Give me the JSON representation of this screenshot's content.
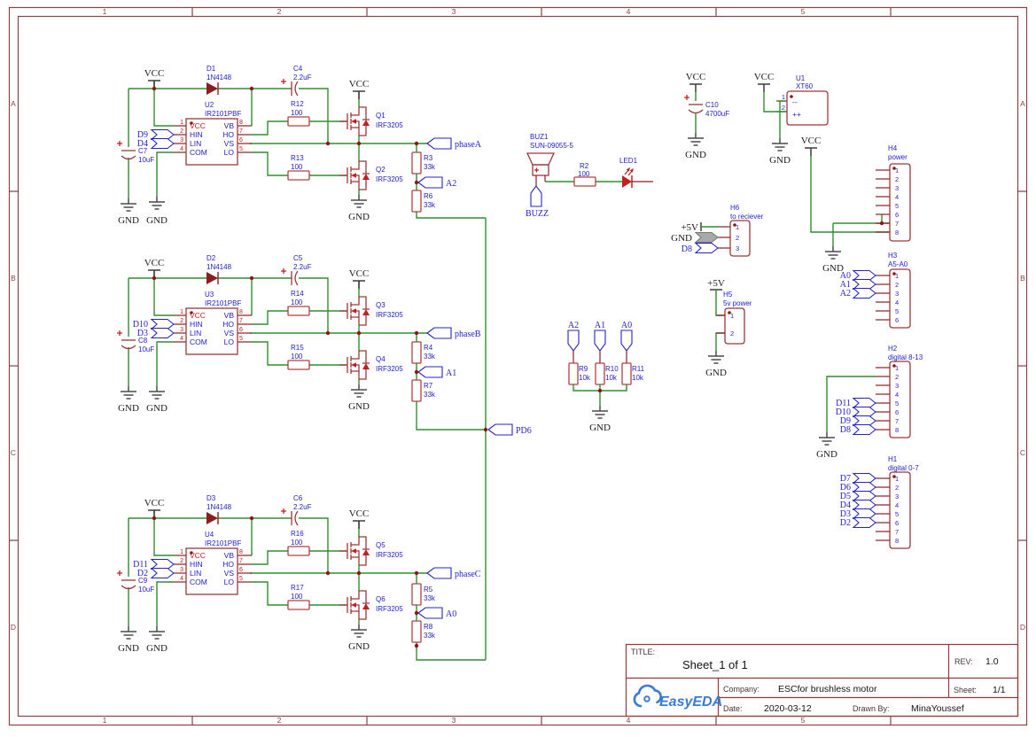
{
  "frame": {
    "columns": [
      "1",
      "2",
      "3",
      "4",
      "5"
    ],
    "rows": [
      "A",
      "B",
      "C",
      "D"
    ]
  },
  "net": {
    "vcc": "VCC",
    "gnd": "GND",
    "p5v": "+5V",
    "pd6": "PD6",
    "buzz": "BUZZ"
  },
  "driver_ic": {
    "pin_numbers_left": [
      "1",
      "2",
      "3",
      "4"
    ],
    "pin_numbers_right": [
      "8",
      "7",
      "6",
      "5"
    ],
    "pin_names_left": [
      "VCC",
      "HIN",
      "LIN",
      "COM"
    ],
    "pin_names_right": [
      "VB",
      "HO",
      "VS",
      "LO"
    ]
  },
  "blocks": [
    {
      "ic_ref": "U2",
      "ic_part": "IR2101PBF",
      "diode_ref": "D1",
      "diode_val": "1N4148",
      "boot_ref": "C4",
      "boot_val": "2.2uF",
      "cap_ref": "C7",
      "cap_val": "10uF",
      "in_top": "D9",
      "in_bot": "D4",
      "rtop_ref": "R12",
      "rtop_val": "100",
      "rbot_ref": "R13",
      "rbot_val": "100",
      "qtop_ref": "Q1",
      "qtop_val": "IRF3205",
      "qbot_ref": "Q2",
      "qbot_val": "IRF3205",
      "phase": "phaseA",
      "rd1_ref": "R3",
      "rd1_val": "33k",
      "tap": "A2",
      "rd2_ref": "R6",
      "rd2_val": "33k"
    },
    {
      "ic_ref": "U3",
      "ic_part": "IR2101PBF",
      "diode_ref": "D2",
      "diode_val": "1N4148",
      "boot_ref": "C5",
      "boot_val": "2.2uF",
      "cap_ref": "C8",
      "cap_val": "10uF",
      "in_top": "D10",
      "in_bot": "D3",
      "rtop_ref": "R14",
      "rtop_val": "100",
      "rbot_ref": "R15",
      "rbot_val": "100",
      "qtop_ref": "Q3",
      "qtop_val": "IRF3205",
      "qbot_ref": "Q4",
      "qbot_val": "IRF3205",
      "phase": "phaseB",
      "rd1_ref": "R4",
      "rd1_val": "33k",
      "tap": "A1",
      "rd2_ref": "R7",
      "rd2_val": "33k"
    },
    {
      "ic_ref": "U4",
      "ic_part": "IR2101PBF",
      "diode_ref": "D3",
      "diode_val": "1N4148",
      "boot_ref": "C6",
      "boot_val": "2.2uF",
      "cap_ref": "C9",
      "cap_val": "10uF",
      "in_top": "D11",
      "in_bot": "D2",
      "rtop_ref": "R16",
      "rtop_val": "100",
      "rbot_ref": "R17",
      "rbot_val": "100",
      "qtop_ref": "Q5",
      "qtop_val": "IRF3205",
      "qbot_ref": "Q6",
      "qbot_val": "IRF3205",
      "phase": "phaseC",
      "rd1_ref": "R5",
      "rd1_val": "33k",
      "tap": "A0",
      "rd2_ref": "R8",
      "rd2_val": "33k"
    }
  ],
  "buzzer": {
    "ref": "BUZ1",
    "part": "SUN-09055-5",
    "flag": "BUZZ",
    "res_ref": "R2",
    "res_val": "100",
    "led_ref": "LED1"
  },
  "pulldowns": [
    {
      "net": "A2",
      "ref": "R9",
      "val": "10k"
    },
    {
      "net": "A1",
      "ref": "R10",
      "val": "10k"
    },
    {
      "net": "A0",
      "ref": "R11",
      "val": "10k"
    }
  ],
  "bulk_cap": {
    "ref": "C10",
    "val": "4700uF"
  },
  "battery": {
    "ref": "U1",
    "part": "XT60",
    "pins": [
      "1",
      "2"
    ],
    "neg": "--",
    "pos": "++"
  },
  "connectors": {
    "h6": {
      "ref": "H6",
      "desc": "to reciever",
      "pins": [
        "1",
        "2",
        "3"
      ],
      "d8": "D8"
    },
    "h5": {
      "ref": "H5",
      "desc": "5v power",
      "pins": [
        "1",
        "2"
      ]
    },
    "h4": {
      "ref": "H4",
      "desc": "power",
      "pins": [
        "1",
        "2",
        "3",
        "4",
        "5",
        "6",
        "7",
        "8"
      ]
    },
    "h3": {
      "ref": "H3",
      "desc": "A5-A0",
      "pins": [
        "1",
        "2",
        "3",
        "4",
        "5",
        "6"
      ],
      "flags": [
        "A0",
        "A1",
        "A2"
      ]
    },
    "h2": {
      "ref": "H2",
      "desc": "digital 8-13",
      "pins": [
        "1",
        "2",
        "3",
        "4",
        "5",
        "6",
        "7",
        "8"
      ],
      "flags": [
        "D11",
        "D10",
        "D9",
        "D8"
      ]
    },
    "h1": {
      "ref": "H1",
      "desc": "digital 0-7",
      "pins": [
        "1",
        "2",
        "3",
        "4",
        "5",
        "6",
        "7",
        "8"
      ],
      "flags": [
        "D7",
        "D6",
        "D5",
        "D4",
        "D3",
        "D2"
      ]
    }
  },
  "title_block": {
    "title_label": "TITLE:",
    "title": "Sheet_1 of 1",
    "rev_label": "REV:",
    "rev": "1.0",
    "company_label": "Company:",
    "company": "ESCfor brushless motor",
    "sheet_label": "Sheet:",
    "sheet": "1/1",
    "date_label": "Date:",
    "date": "2020-03-12",
    "drawn_label": "Drawn By:",
    "drawn_by": "MinaYoussef",
    "logo": "EasyEDA"
  },
  "colors": {
    "wire_green": "#2e8f2e",
    "component_red": "#9c3838",
    "accent_red": "#c22020",
    "label_blue": "#2222cc",
    "frame_red": "#8d4343",
    "logo_blue": "#3a7bd5"
  }
}
